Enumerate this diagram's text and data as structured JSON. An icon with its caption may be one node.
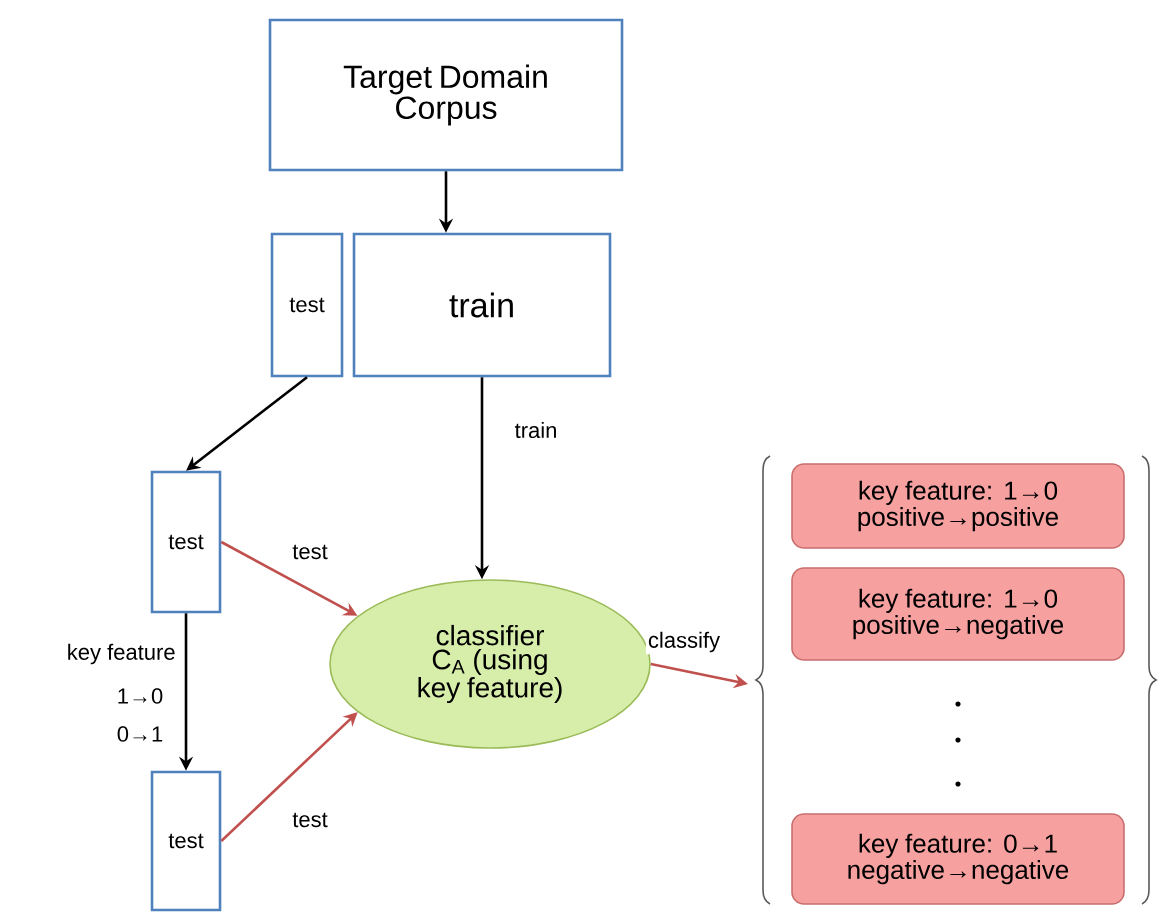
{
  "diagram": {
    "nodes": [
      {
        "text": [
          "Target Domain Corpus"
        ]
      },
      {
        "text": [
          "test"
        ]
      },
      {
        "text": [
          "train"
        ]
      },
      {
        "text": [
          "test"
        ]
      },
      {
        "text": [
          "test"
        ]
      },
      {
        "text": [
          "classifier C$_{A}$ (using key feature)"
        ]
      },
      {
        "text": [
          "key feature: 1→0 positive→positive"
        ]
      },
      {
        "text": [
          "key feature: 1→0 positive→negative"
        ]
      },
      {
        "text": [
          "key feature: 0→1 negative→negative"
        ]
      }
    ],
    "edges": [
      {
        "from": 0,
        "to": 2,
        "arrow": "to"
      },
      {
        "from": 1,
        "to": 3,
        "arrow": "to"
      },
      {
        "from": 2,
        "to": 5,
        "arrow": "to",
        "label": "train"
      },
      {
        "from": 3,
        "to": 5,
        "arrow": "to",
        "label": "test",
        "color": "#c0504d"
      },
      {
        "from": 3,
        "to": 4,
        "arrow": "to",
        "label": "key feature"
      },
      {
        "from": 4,
        "to": 5,
        "arrow": "to",
        "label": "test",
        "color": "#c0504d"
      },
      {
        "from": 5,
        "to": null,
        "arrow": "to",
        "label": "classify",
        "color": "#c0504d"
      }
    ],
    "labels": [
      "1→0",
      "0→1"
    ]
  }
}
